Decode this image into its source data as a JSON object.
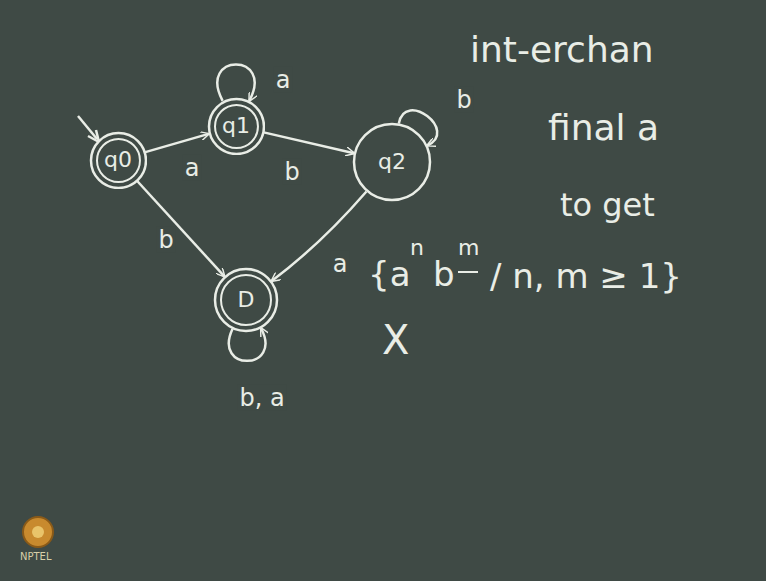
{
  "diagram": {
    "nodes": [
      {
        "text": [
          "q0"
        ]
      },
      {
        "text": [
          "q1"
        ]
      },
      {
        "text": [
          "q2"
        ]
      },
      {
        "text": [
          "D"
        ]
      }
    ],
    "edges": [
      {
        "from": 0,
        "to": 1,
        "label": "a",
        "arrow": "to"
      },
      {
        "from": 1,
        "to": 2,
        "label": "b",
        "arrow": "to"
      },
      {
        "from": 0,
        "to": 3,
        "label": "b",
        "arrow": "to"
      },
      {
        "from": 2,
        "to": 3,
        "label": "a",
        "arrow": "to"
      },
      {
        "from": 1,
        "to": 1,
        "label": "a",
        "arrow": "to"
      },
      {
        "from": 2,
        "to": 2,
        "label": "b",
        "arrow": "to"
      },
      {
        "from": 3,
        "to": 3,
        "label": "b, a",
        "arrow": "to"
      }
    ],
    "labels": [
      "int-erchan",
      "final a",
      "to get",
      "{a",
      "n",
      "b",
      "m",
      "/ n, m ≥ 1}",
      "X",
      "NPTEL"
    ]
  }
}
